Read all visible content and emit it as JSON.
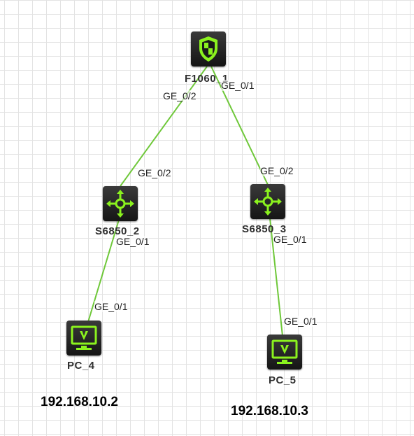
{
  "colors": {
    "link": "#6fc83a",
    "icon_green": "#8bf21e",
    "device_bg": "#222222"
  },
  "devices": {
    "firewall": {
      "name": "F1060_1",
      "icon": "firewall-shield-icon"
    },
    "switch_left": {
      "name": "S6850_2",
      "icon": "switch-arrows-icon"
    },
    "switch_right": {
      "name": "S6850_3",
      "icon": "switch-arrows-icon"
    },
    "pc_left": {
      "name": "PC_4",
      "icon": "monitor-icon"
    },
    "pc_right": {
      "name": "PC_5",
      "icon": "monitor-icon"
    }
  },
  "ports": {
    "fw_to_left": "GE_0/2",
    "fw_to_right": "GE_0/1",
    "switch_left_up": "GE_0/2",
    "switch_left_down": "GE_0/1",
    "switch_right_up": "GE_0/2",
    "switch_right_down": "GE_0/1",
    "pc_left_port": "GE_0/1",
    "pc_right_port": "GE_0/1"
  },
  "annotations": {
    "ip_left": "192.168.10.2",
    "ip_right": "192.168.10.3"
  }
}
